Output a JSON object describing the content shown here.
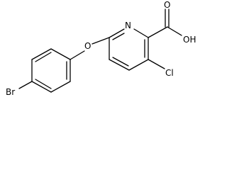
{
  "structure": {
    "atoms": {
      "bromine": "Br",
      "ether_oxygen": "O",
      "ring_nitrogen": "N",
      "carbonyl_oxygen": "O",
      "hydroxyl": "OH",
      "chlorine": "Cl"
    },
    "line_color": "#000000",
    "background": "#ffffff"
  }
}
